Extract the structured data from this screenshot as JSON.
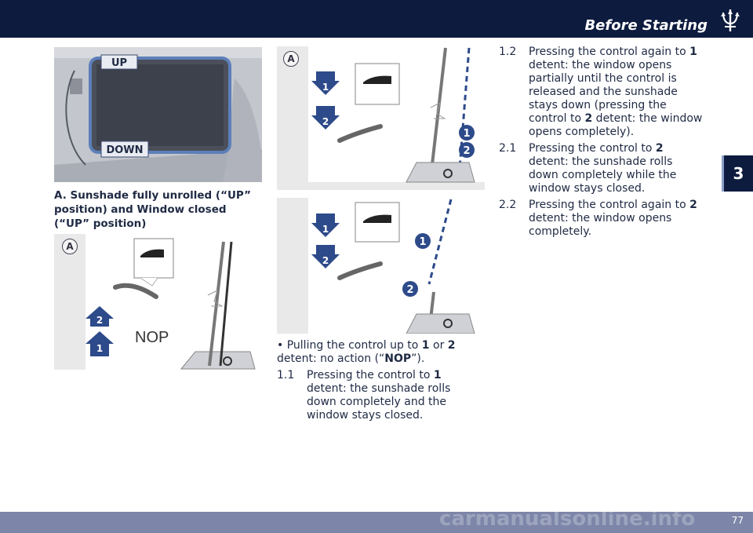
{
  "header": {
    "section_title": "Before Starting",
    "chapter_tab": "3",
    "page_number": "77",
    "watermark": "carmanualsonline.info",
    "accent_color": "#0d1b3e"
  },
  "photo": {
    "label_up": "UP",
    "label_down": "DOWN"
  },
  "caption": "A. Sunshade fully unrolled (“UP” position) and Window closed (“UP” position)",
  "figures": {
    "fig1": {
      "letter": "A",
      "nop_label": "NOP",
      "arrow_1": "1",
      "arrow_2": "2"
    },
    "fig2": {
      "letter": "A",
      "arrow_1": "1",
      "arrow_2": "2",
      "step_1": "1",
      "step_2": "2"
    },
    "fig3": {
      "arrow_1": "1",
      "arrow_2": "2",
      "step_1": "1",
      "step_2": "2"
    }
  },
  "middle_text": {
    "bullet": "•",
    "bullet_a": "Pulling the control up to ",
    "bullet_b": "1",
    "bullet_c": " or ",
    "bullet_d": "2",
    "bullet_e": " detent: no action (“",
    "bullet_f": "NOP",
    "bullet_g": "”).",
    "item_1_1_num": "1.1",
    "item_1_1_a": "Pressing the control to ",
    "item_1_1_b": "1",
    "item_1_1_c": " detent: the sunshade rolls down completely and the window stays closed."
  },
  "right_text": {
    "item_1_2_num": "1.2",
    "item_1_2_a": "Pressing the control again to ",
    "item_1_2_b": "1",
    "item_1_2_c": " detent: the window opens partially until the control is released and the sunshade stays down (pressing the control to ",
    "item_1_2_d": "2",
    "item_1_2_e": " detent: the window opens completely).",
    "item_2_1_num": "2.1",
    "item_2_1_a": "Pressing the control to ",
    "item_2_1_b": "2",
    "item_2_1_c": " detent: the sunshade rolls down completely while the window stays closed.",
    "item_2_2_num": "2.2",
    "item_2_2_a": "Pressing the control again to ",
    "item_2_2_b": "2",
    "item_2_2_c": " detent: the window opens completely."
  }
}
